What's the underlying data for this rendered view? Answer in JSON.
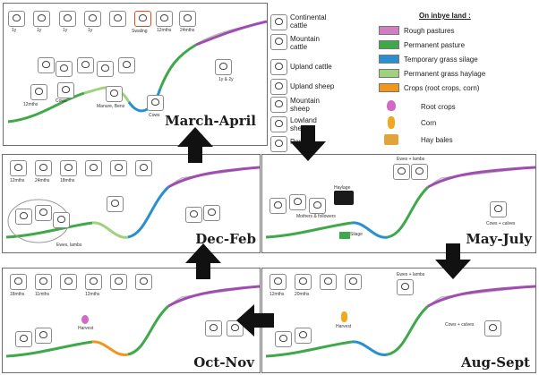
{
  "panels": {
    "top": {
      "title": "March-April"
    },
    "left": {
      "title": "Dec-Feb"
    },
    "right": {
      "title": "May-July"
    },
    "bottom_left": {
      "title": "Oct-Nov"
    },
    "bottom_right": {
      "title": "Aug-Sept"
    }
  },
  "top_panel_labels": {
    "months_a": "1y",
    "months_b": "1y",
    "months_c": "1y",
    "months_d": "1y",
    "m12a": "12mths",
    "m24a": "24mths",
    "swaling": "Swaling",
    "calves": "12mths",
    "cows": "Cows",
    "manure": "Manure, Bens",
    "cows_bottom": "Cows",
    "ponies": "1y & 2y"
  },
  "left_panel_labels": {
    "a": "12mths",
    "b": "24mths",
    "c": "18mths",
    "d": "Ewes, lambs"
  },
  "right_panel_labels": {
    "hay": "Haylage",
    "silage": "Silage",
    "ewes": "Ewes + lambs",
    "cows": "Cows + calves",
    "mothers": "Mothers & followers"
  },
  "bottom_left_labels": {
    "a": "18mths",
    "b": "11mths",
    "c": "12mths",
    "d": "Harvest"
  },
  "bottom_right_labels": {
    "a": "12mths",
    "b": "20mths",
    "c": "Harvest",
    "d": "Cows + calves",
    "e": "Ewes + lambs"
  },
  "animals_legend": [
    {
      "label": "Continental cattle",
      "icon": "continental-cattle-icon"
    },
    {
      "label": "Mountain cattle",
      "icon": "mountain-cattle-icon"
    },
    {
      "label": "Upland cattle",
      "icon": "upland-cattle-icon"
    },
    {
      "label": "Upland sheep",
      "icon": "upland-sheep-icon"
    },
    {
      "label": "Mountain sheep",
      "icon": "mountain-sheep-icon"
    },
    {
      "label": "Lowland sheep",
      "icon": "lowland-sheep-icon"
    },
    {
      "label": "Ponies",
      "icon": "pony-icon"
    }
  ],
  "land_legend": {
    "title": "On inbye land :",
    "items": [
      {
        "label": "Rough pastures",
        "color": "#d17fc0"
      },
      {
        "label": "Permanent pasture",
        "color": "#3fa84a"
      },
      {
        "label": "Temporary grass silage",
        "color": "#2a8fcf"
      },
      {
        "label": "Permanent grass haylage",
        "color": "#9fd27d"
      },
      {
        "label": "Crops (root crops, corn)",
        "color": "#f0951e"
      }
    ],
    "extras": [
      {
        "label": "Root crops",
        "icon": "root-crops-icon"
      },
      {
        "label": "Corn",
        "icon": "corn-icon"
      },
      {
        "label": "Hay bales",
        "icon": "hay-bales-icon"
      }
    ]
  },
  "colors": {
    "upland_track": "#a04db0",
    "arrow": "#111111"
  }
}
